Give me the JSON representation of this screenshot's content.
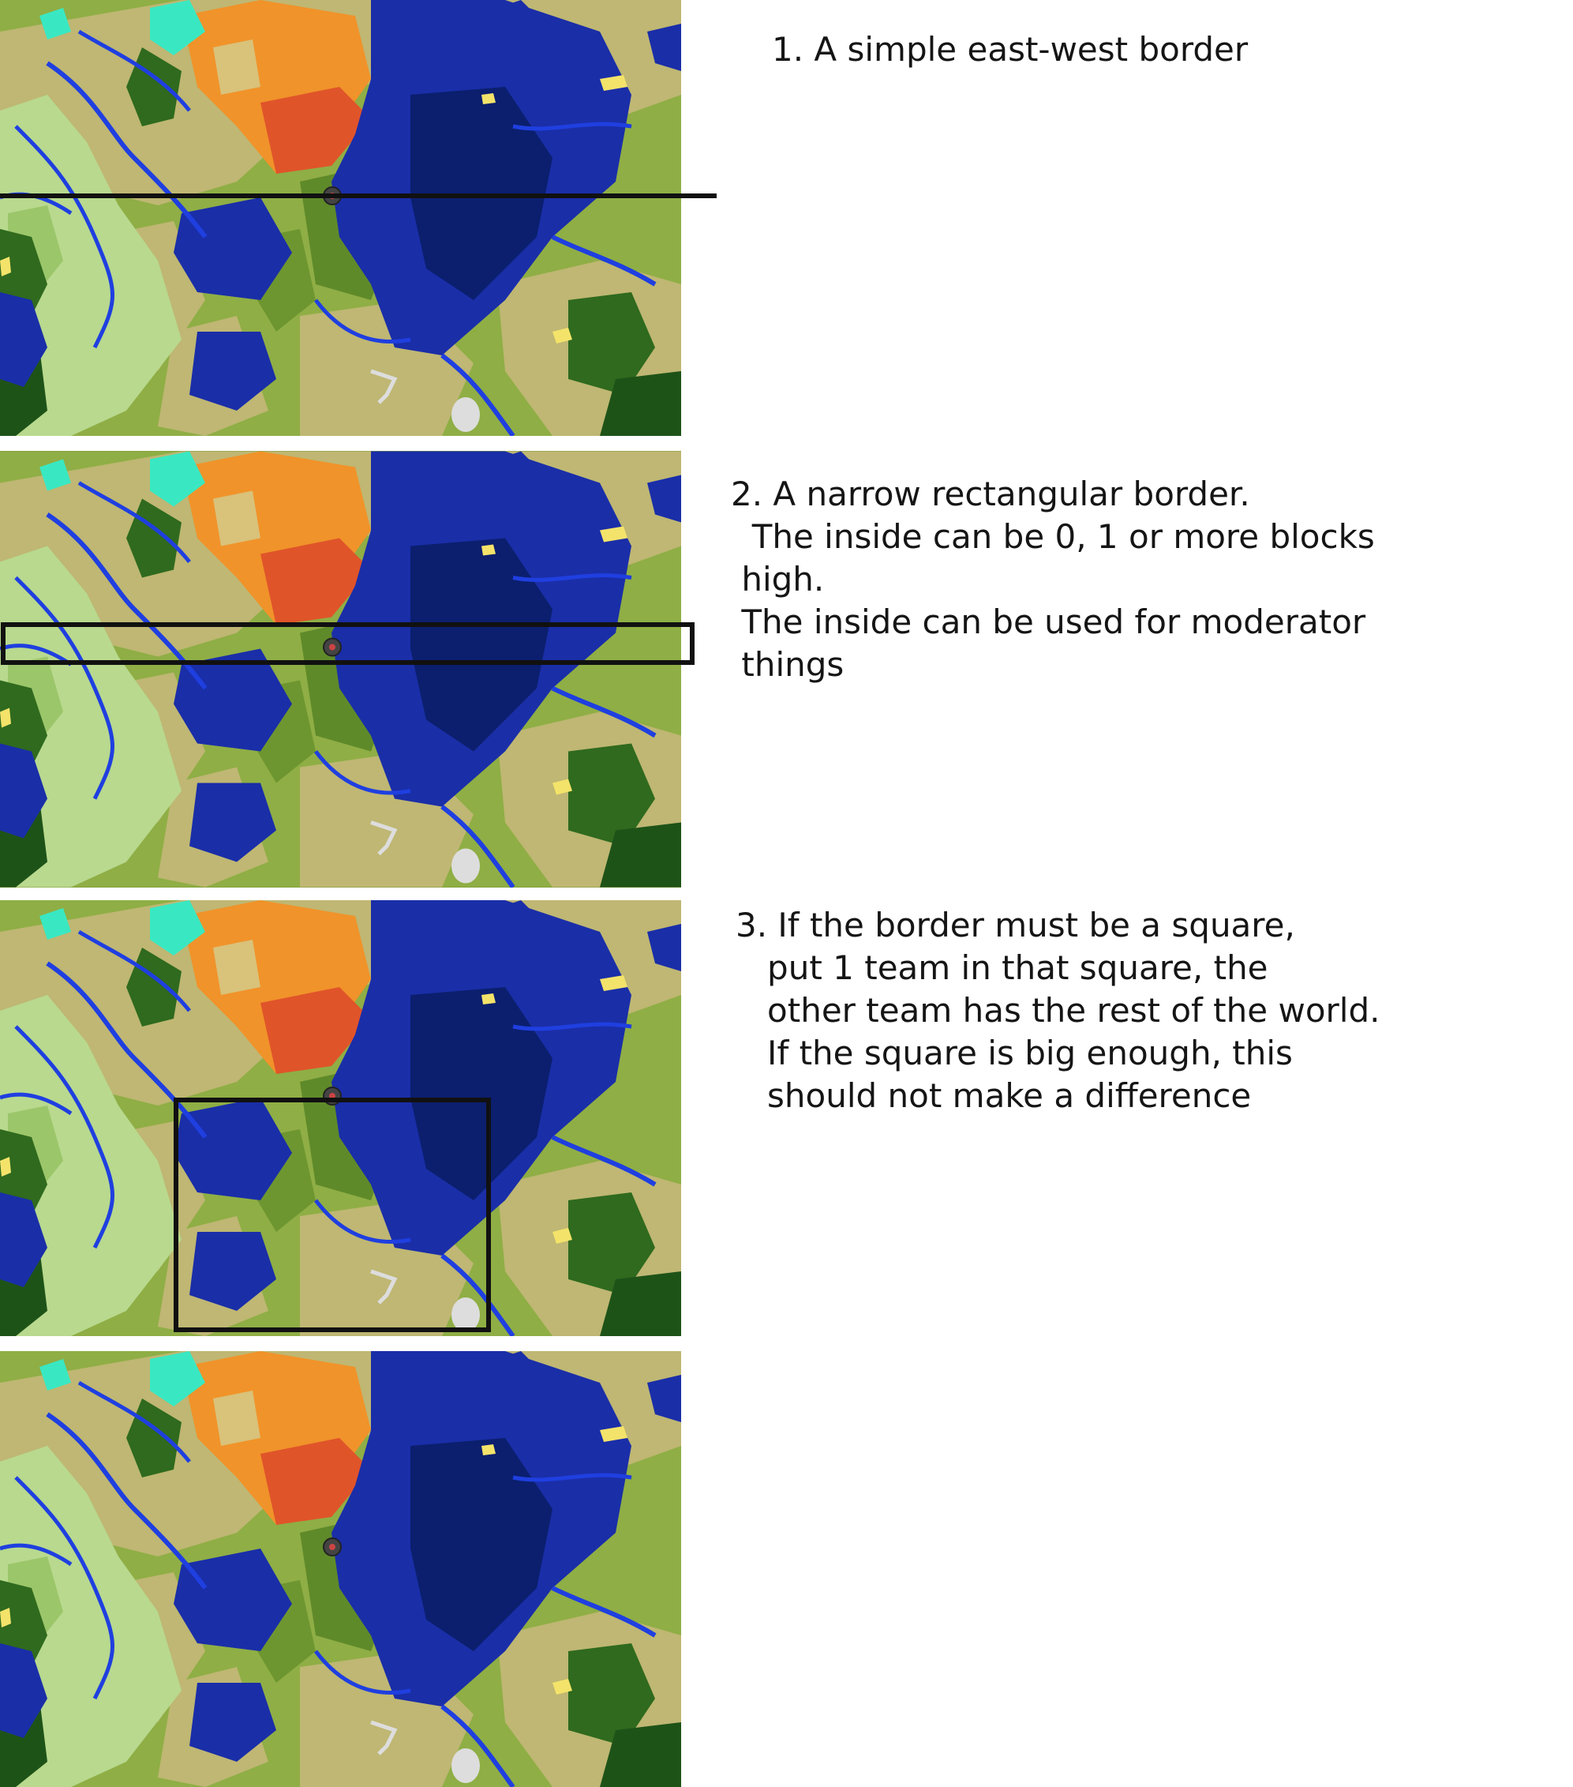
{
  "captions": {
    "one": [
      "1. A simple east-west border"
    ],
    "two": [
      "2. A narrow rectangular border.",
      "  The inside can be 0, 1 or more blocks",
      " high.",
      " The inside can be used for moderator",
      " things"
    ],
    "three": [
      "3. If the border must be a square,",
      "   put 1 team in that square, the",
      "   other team has the rest of the world.",
      "   If the square is big enough, this",
      "   should not make a difference"
    ]
  },
  "colors": {
    "deep_ocean": "#0b1f6e",
    "ocean": "#1a2ea8",
    "river": "#1f3fe0",
    "desert": "#bfb773",
    "plains": "#8fae45",
    "forest": "#2f6a1e",
    "dark_forest": "#1e5318",
    "meadow": "#b8d98e",
    "savanna": "#f0932a",
    "mesa": "#e0542a",
    "aqua": "#39e8c2",
    "sand": "#f4e36a",
    "snow": "#dddddd",
    "border_line": "#111111"
  }
}
